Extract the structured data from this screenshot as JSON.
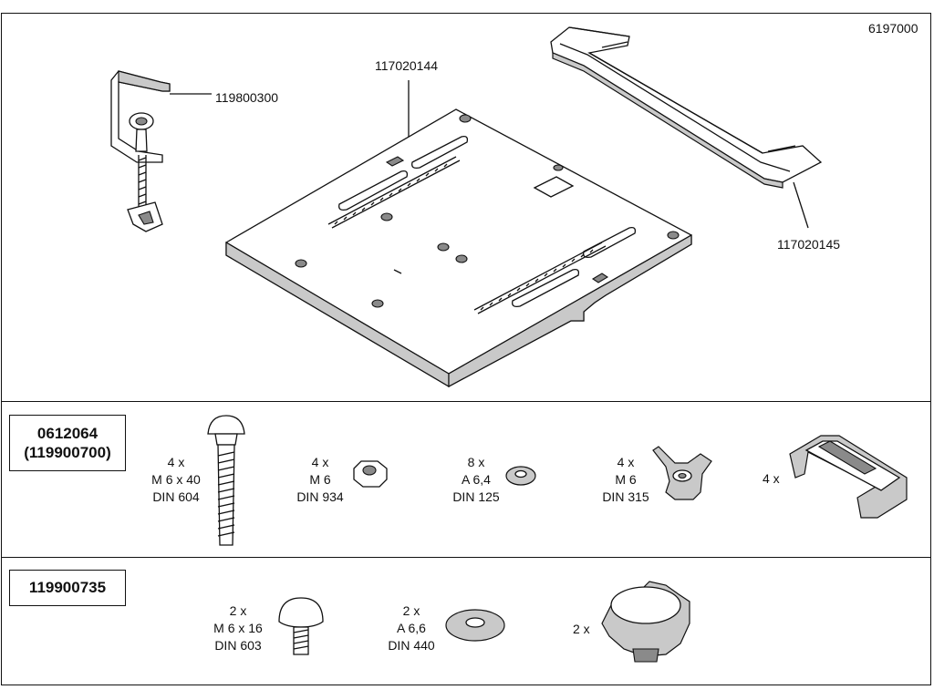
{
  "drawing": {
    "doc_number": "6197000",
    "parts": {
      "clamp": "119800300",
      "base_plate": "117020144",
      "rail": "117020145"
    }
  },
  "kits": [
    {
      "id": "0612064",
      "alt_id": "(119900700)",
      "items": [
        {
          "qty": "4 x",
          "size": "M 6 x 40",
          "std": "DIN 604",
          "icon": "carriage-bolt-icon"
        },
        {
          "qty": "4 x",
          "size": "M 6",
          "std": "DIN 934",
          "icon": "hex-nut-icon"
        },
        {
          "qty": "8 x",
          "size": "A 6,4",
          "std": "DIN 125",
          "icon": "washer-icon"
        },
        {
          "qty": "4 x",
          "size": "M 6",
          "std": "DIN 315",
          "icon": "wing-nut-icon"
        },
        {
          "qty": "4 x",
          "icon": "bracket-icon"
        }
      ]
    },
    {
      "id": "119900735",
      "items": [
        {
          "qty": "2 x",
          "size": "M 6 x 16",
          "std": "DIN 603",
          "icon": "mushroom-bolt-icon"
        },
        {
          "qty": "2 x",
          "size": "A 6,6",
          "std": "DIN 440",
          "icon": "large-washer-icon"
        },
        {
          "qty": "2 x",
          "icon": "star-knob-icon"
        }
      ]
    }
  ]
}
